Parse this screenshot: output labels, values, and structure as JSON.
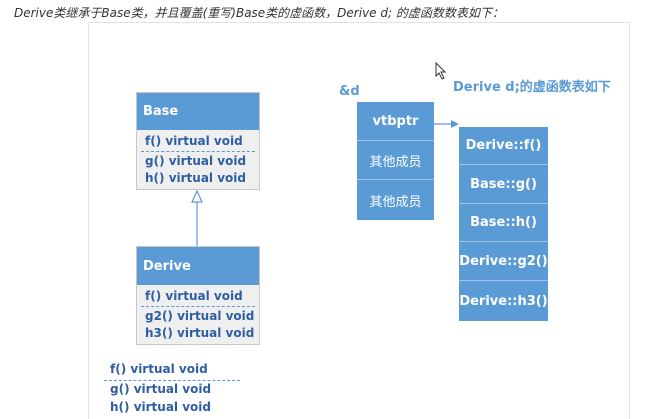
{
  "caption": "Derive类继承于Base类，并且覆盖(重写)Base类的虚函数，Derive d; 的虚函数数表如下：",
  "base_class": {
    "name": "Base",
    "methods_top": [
      "f() virtual void"
    ],
    "methods_bottom": [
      "g() virtual void",
      "h() virtual void"
    ]
  },
  "derive_class": {
    "name": "Derive",
    "methods_top": [
      "f() virtual void"
    ],
    "methods_bottom": [
      "g2() virtual void",
      "h3() virtual void"
    ]
  },
  "loose_methods": {
    "top": "f() virtual void",
    "bottom": [
      "g() virtual void",
      "h() virtual void"
    ]
  },
  "object_label": "&d",
  "object_layout": [
    "vtbptr",
    "其他成员",
    "其他成员"
  ],
  "vtable_title": "Derive d;的虚函数表如下",
  "vtable_entries": [
    "Derive::f()",
    "Base::g()",
    "Base::h()",
    "Derive::g2()",
    "Derive::h3()"
  ],
  "colors": {
    "box_blue": "#5b9bd5",
    "text_blue": "#2e5fa3",
    "box_body": "#efefef"
  }
}
